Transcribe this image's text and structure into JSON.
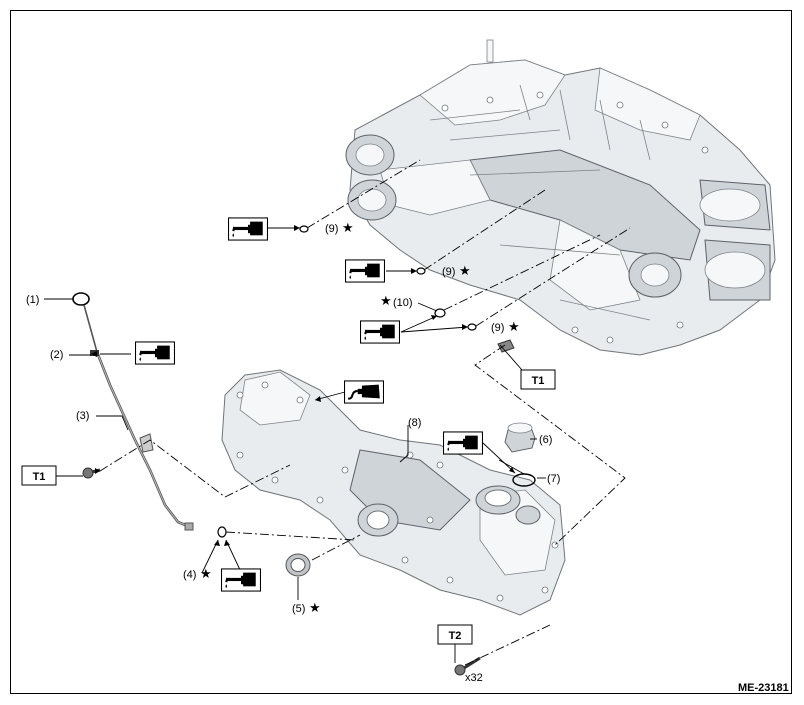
{
  "labels": {
    "p1": "(1)",
    "p2": "(2)",
    "p3": "(3)",
    "p4": "(4)",
    "p5": "(5)",
    "p6": "(6)",
    "p7": "(7)",
    "p8": "(8)",
    "p9a": "(9)",
    "p9b": "(9)",
    "p9c": "(9)",
    "p10": "(10)"
  },
  "star": "★",
  "torque": {
    "t1_top": "T1",
    "t1_left": "T1",
    "t2": "T2"
  },
  "bolt_qty": "x32",
  "figure_id": "ME-23181",
  "icons": {
    "oil_apply": "oil-can-icon",
    "sealant_apply": "sealant-tube-icon"
  }
}
